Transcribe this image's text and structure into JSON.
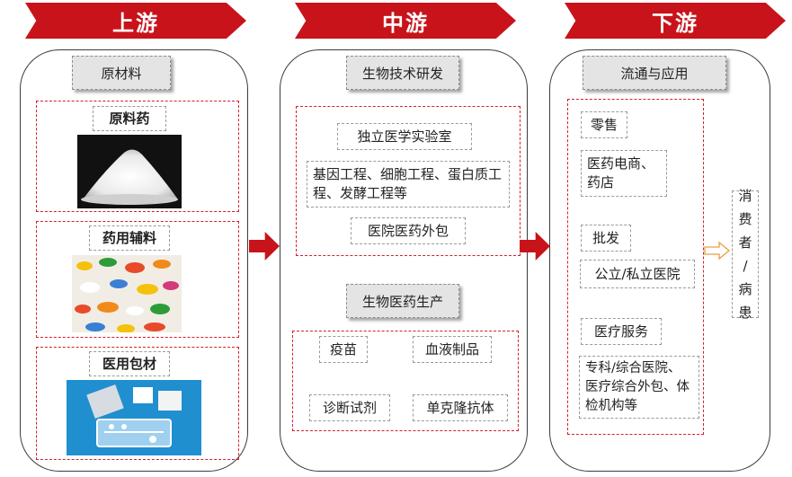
{
  "stages": {
    "upstream": "上游",
    "midstream": "中游",
    "downstream": "下游"
  },
  "upstream": {
    "title": "原材料",
    "api": "原料药",
    "excipient": "药用辅料",
    "packaging": "医用包材"
  },
  "midstream": {
    "rd_title": "生物技术研发",
    "lab": "独立医学实验室",
    "engineering": "基因工程、细胞工程、蛋白质工程、发酵工程等",
    "outsourcing": "医院医药外包",
    "prod_title": "生物医药生产",
    "vaccine": "疫苗",
    "blood": "血液制品",
    "diagnostic": "诊断试剂",
    "antibody": "单克隆抗体"
  },
  "downstream": {
    "title": "流通与应用",
    "retail": "零售",
    "retail_detail": "医药电商、药店",
    "wholesale": "批发",
    "wholesale_detail": "公立/私立医院",
    "service": "医疗服务",
    "service_detail": "专科/综合医院、医疗综合外包、体检机构等"
  },
  "consumer": [
    "消",
    "费",
    "者",
    "/",
    "病",
    "患"
  ],
  "colors": {
    "accent": "#c8131b",
    "dash_red": "#d2212a",
    "title_gray": "#e4e4e4"
  }
}
